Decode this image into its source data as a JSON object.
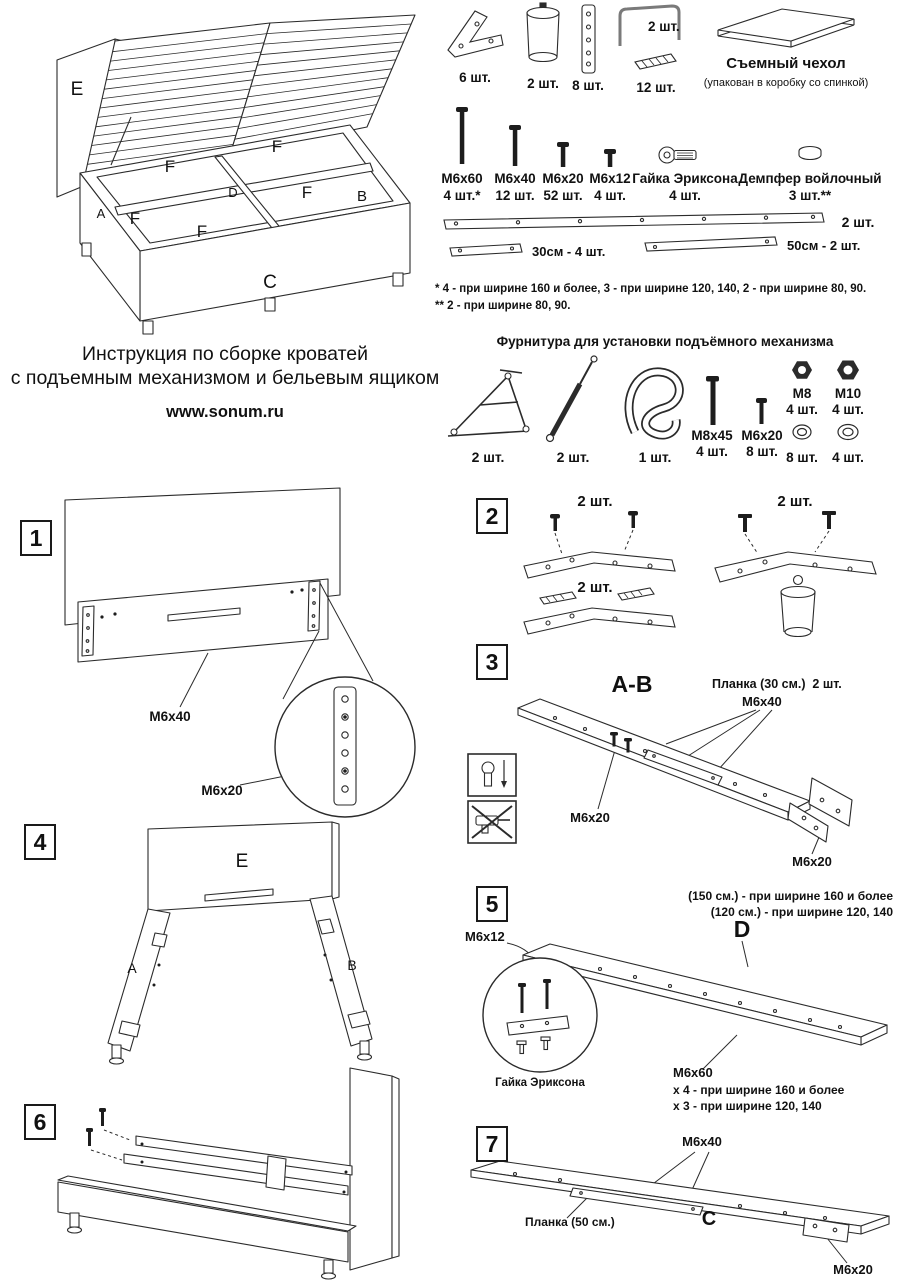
{
  "overview": {
    "e": "E",
    "f": "F",
    "a": "A",
    "b": "B",
    "c": "C",
    "d": "D"
  },
  "title": {
    "line1": "Инструкция по сборке кроватей",
    "line2": "с подъемным механизмом и бельевым ящиком",
    "website": "www.sonum.ru"
  },
  "parts": {
    "bracket_qty": "6 шт.",
    "leg_qty": "2 шт.",
    "plate_qty": "8 шт.",
    "handle_qty": "2 шт.",
    "strip_qty": "12 шт.",
    "cover_title": "Съемный чехол",
    "cover_note": "(упакован в коробку со спинкой)",
    "screws": [
      {
        "label": "М6х60",
        "qty": "4 шт.*"
      },
      {
        "label": "М6х40",
        "qty": "12 шт."
      },
      {
        "label": "М6х20",
        "qty": "52 шт."
      },
      {
        "label": "М6х12",
        "qty": "4 шт."
      },
      {
        "label": "Гайка Эриксона",
        "qty": "4 шт."
      },
      {
        "label": "Демпфер войлочный",
        "qty": "3 шт.**"
      }
    ],
    "rail_qty": "2 шт.",
    "rail30": "30см - 4 шт.",
    "rail50": "50см - 2 шт.",
    "footnote1": "* 4 - при ширине 160 и более, 3 - при ширине 120, 140, 2 - при ширине 80, 90.",
    "footnote2": "** 2 - при ширине 80, 90."
  },
  "lift": {
    "title": "Фурнитура для установки подъёмного механизма",
    "mech_qty": "2 шт.",
    "strut_qty": "2 шт.",
    "strap_qty": "1 шт.",
    "bolt_m8x45": "М8х45",
    "bolt_m8x45_qty": "4 шт.",
    "bolt_m6x20": "М6х20",
    "bolt_m6x20_qty": "8 шт.",
    "nut_m8": "М8",
    "nut_m8_qty": "4 шт.",
    "nut_m10": "М10",
    "nut_m10_qty": "4 шт.",
    "washer8_qty": "8 шт.",
    "washer4_qty": "4 шт."
  },
  "steps": {
    "n1": "1",
    "n2": "2",
    "n3": "3",
    "n4": "4",
    "n5": "5",
    "n6": "6",
    "n7": "7",
    "s1": {
      "m6x40": "М6х40",
      "m6x20": "М6х20"
    },
    "s2": {
      "qty1": "2 шт.",
      "qty2": "2 шт.",
      "qty3": "2 шт."
    },
    "s3": {
      "title": "A-B",
      "planka": "Планка (30 см.)  2 шт.",
      "m6x40": "М6х40",
      "m6x20_left": "М6х20",
      "m6x20_right": "М6х20"
    },
    "s4": {
      "e": "E",
      "a": "A",
      "b": "B"
    },
    "s5": {
      "note1": "(150 см.) - при ширине 160 и более",
      "note2": "(120 см.) - при ширине 120, 140",
      "d": "D",
      "m6x12": "М6х12",
      "nut": "Гайка Эриксона",
      "m6x60": "М6х60",
      "m6x60_note1": "х 4 - при ширине 160 и более",
      "m6x60_note2": "х 3 - при ширине 120, 140"
    },
    "s7": {
      "m6x40": "М6х40",
      "planka": "Планка (50 см.)",
      "c": "C",
      "m6x20": "М6х20"
    }
  }
}
